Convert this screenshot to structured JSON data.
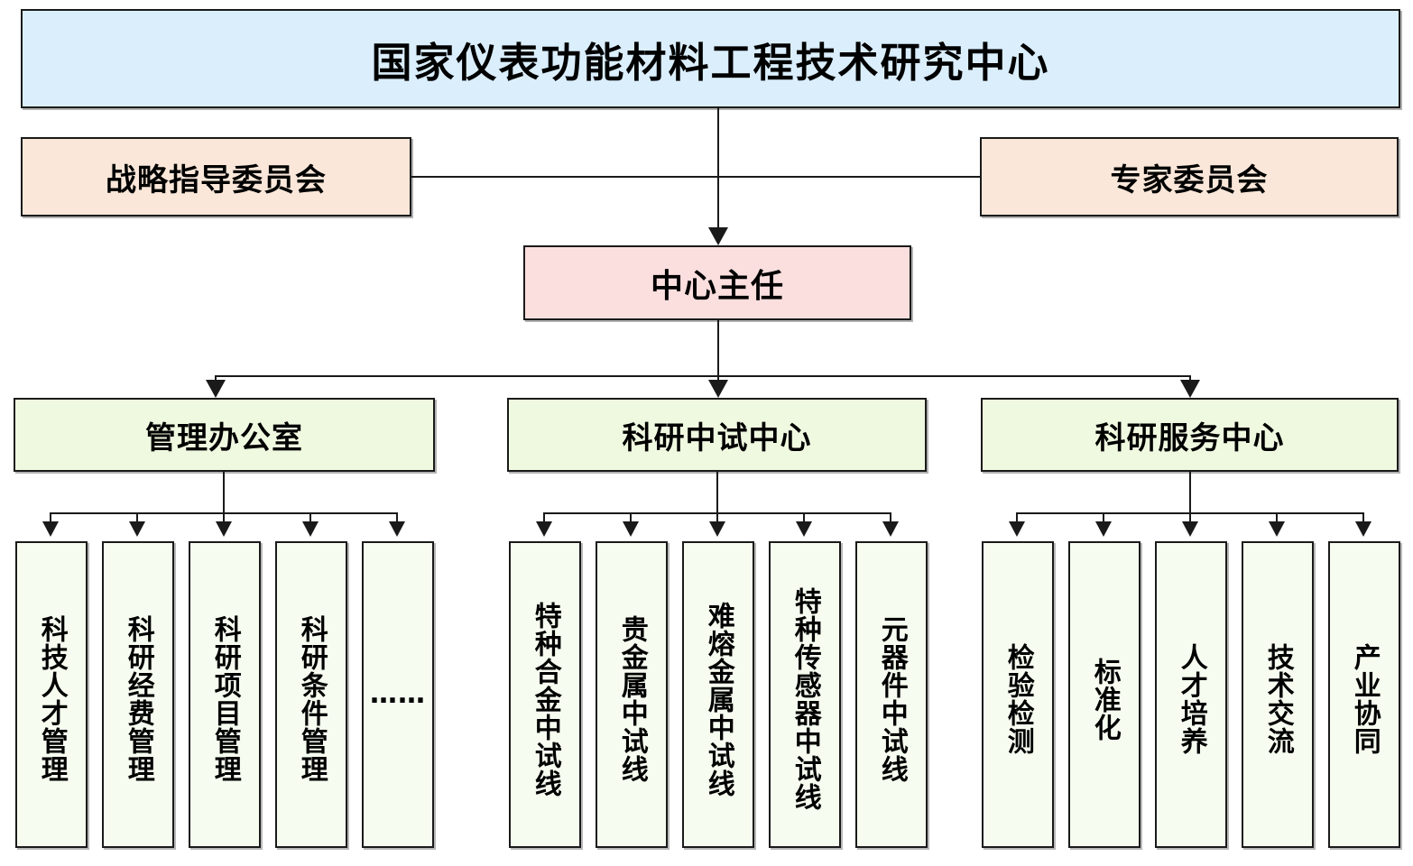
{
  "diagram": {
    "type": "organizational-chart",
    "title": "国家仪表功能材料工程技术研究中心",
    "committees": [
      {
        "label": "战略指导委员会"
      },
      {
        "label": "专家委员会"
      }
    ],
    "director": {
      "label": "中心主任"
    },
    "departments": [
      {
        "label": "管理办公室",
        "children": [
          {
            "label": "科技人才管理"
          },
          {
            "label": "科研经费管理"
          },
          {
            "label": "科研项目管理"
          },
          {
            "label": "科研条件管理"
          },
          {
            "label": "……"
          }
        ]
      },
      {
        "label": "科研中试中心",
        "children": [
          {
            "label": "特种合金中试线"
          },
          {
            "label": "贵金属中试线"
          },
          {
            "label": "难熔金属中试线"
          },
          {
            "label": "特种传感器中试线"
          },
          {
            "label": "元器件中试线"
          }
        ]
      },
      {
        "label": "科研服务中心",
        "children": [
          {
            "label": "检验检测"
          },
          {
            "label": "标准化"
          },
          {
            "label": "人才培养"
          },
          {
            "label": "技术交流"
          },
          {
            "label": "产业协同"
          }
        ]
      }
    ],
    "colors": {
      "title_fill": "#daeefc",
      "committee_fill": "#fae7d9",
      "director_fill": "#fbdede",
      "department_fill": "#eff9e0",
      "leaf_fill": "#f6fdf0",
      "stroke": "#1a1a1a",
      "text": "#000000",
      "background": "#ffffff"
    }
  }
}
